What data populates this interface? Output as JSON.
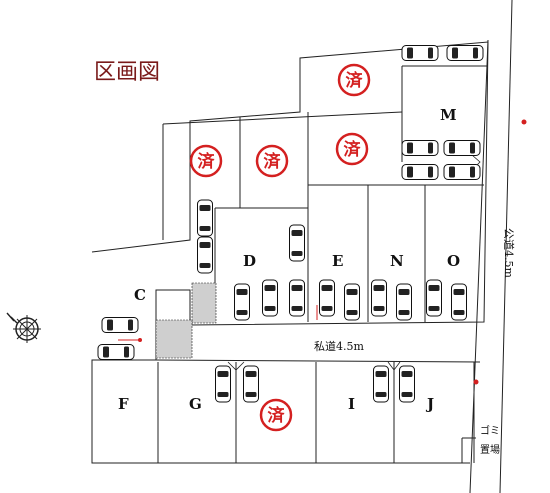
{
  "title": "区画図",
  "lots": [
    {
      "id": "C",
      "label": "C"
    },
    {
      "id": "D",
      "label": "D"
    },
    {
      "id": "E",
      "label": "E"
    },
    {
      "id": "N",
      "label": "N"
    },
    {
      "id": "O",
      "label": "O"
    },
    {
      "id": "M",
      "label": "M"
    },
    {
      "id": "F",
      "label": "F"
    },
    {
      "id": "G",
      "label": "G"
    },
    {
      "id": "I",
      "label": "I"
    },
    {
      "id": "J",
      "label": "J"
    }
  ],
  "sold_mark": "済",
  "private_road_label": "私道4.5m",
  "public_road_label": "公道4.5m",
  "garbage_label": "ゴミ置場",
  "colors": {
    "title": "#7a1a1a",
    "sold": "#d42020",
    "pin": "#d42020",
    "line": "#222222"
  },
  "icons": {
    "compass": "compass-icon",
    "car": "car-icon"
  }
}
